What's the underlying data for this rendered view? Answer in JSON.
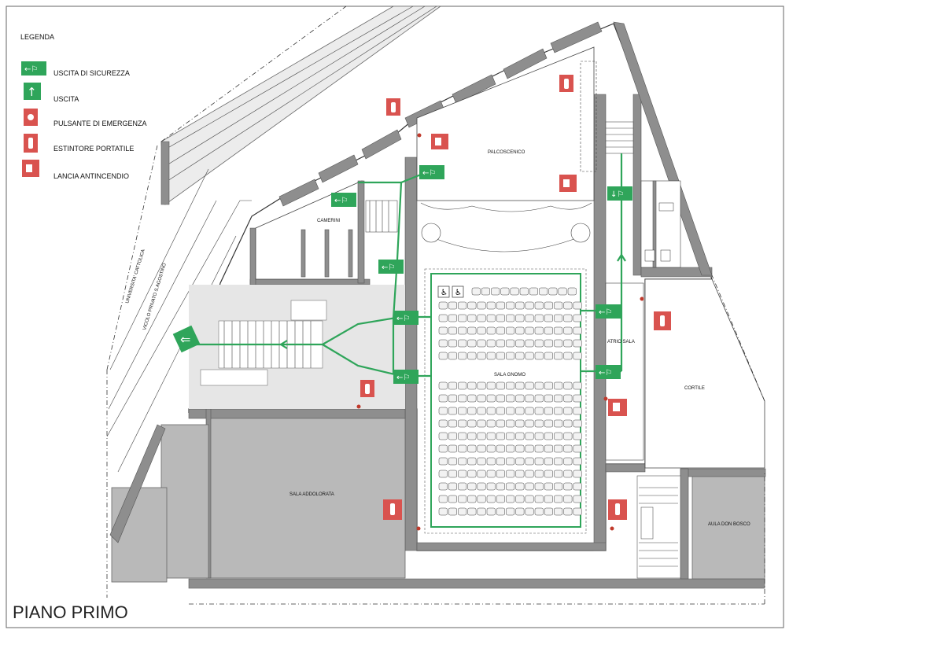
{
  "legend": {
    "title": "LEGENDA",
    "items": [
      {
        "label": "USCITA DI SICUREZZA",
        "icon": "emergency-exit-sign-icon",
        "color": "#2fa55a"
      },
      {
        "label": "USCITA",
        "icon": "exit-arrow-up-icon",
        "color": "#2fa55a"
      },
      {
        "label": "PULSANTE DI EMERGENZA",
        "icon": "emergency-button-icon",
        "color": "#d9534f"
      },
      {
        "label": "ESTINTORE PORTATILE",
        "icon": "fire-extinguisher-icon",
        "color": "#d9534f"
      },
      {
        "label": "LANCIA ANTINCENDIO",
        "icon": "fire-hose-icon",
        "color": "#d9534f"
      }
    ]
  },
  "rooms": {
    "palcoscenico": "PALCOSCENICO",
    "camerini": "CAMERINI",
    "sala_gnomo": "SALA GNOMO",
    "atrio_sala": "ATRIO SALA",
    "cortile": "CORTILE",
    "sala_addolorata": "SALA ADDOLORATA",
    "aula_don_bosco": "AULA DON BOSCO"
  },
  "streets": {
    "university": "UNIVERSITA' CATTOLICA",
    "vicolo": "VICOLO PRIVATO S.AGOSTINO"
  },
  "floor_title": "PIANO PRIMO",
  "colors": {
    "route": "#2fa55a",
    "safety_red": "#d9534f",
    "wall": "#8e8e8e",
    "hall": "#b9b9b9"
  }
}
